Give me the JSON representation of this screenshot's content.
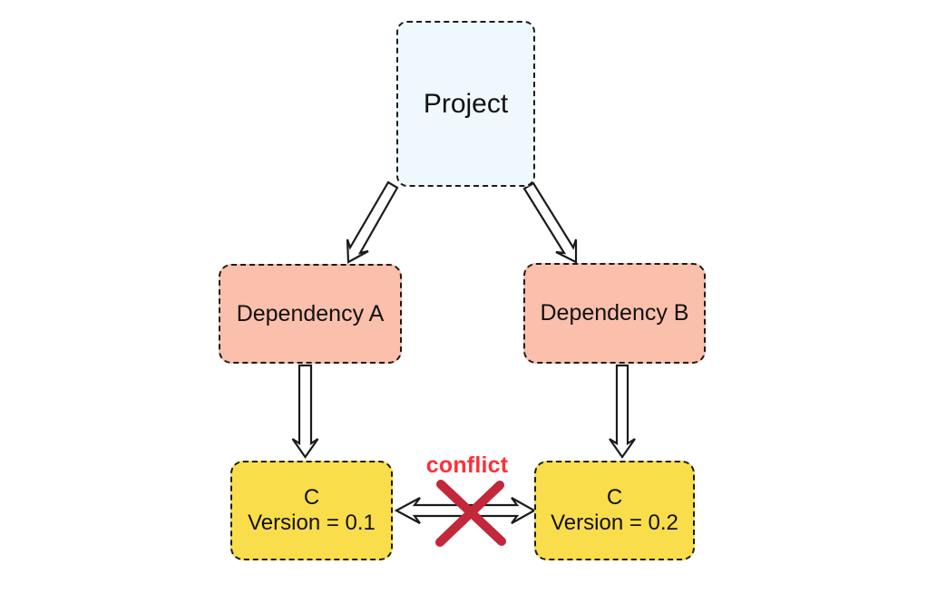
{
  "diagram": {
    "nodes": {
      "project": {
        "label": "Project"
      },
      "dependency_a": {
        "label": "Dependency A"
      },
      "dependency_b": {
        "label": "Dependency B"
      },
      "c_version_1": {
        "label": "C",
        "sublabel": "Version = 0.1"
      },
      "c_version_2": {
        "label": "C",
        "sublabel": "Version = 0.2"
      }
    },
    "edges": [
      {
        "from": "project",
        "to": "dependency_a"
      },
      {
        "from": "project",
        "to": "dependency_b"
      },
      {
        "from": "dependency_a",
        "to": "c_version_1"
      },
      {
        "from": "dependency_b",
        "to": "c_version_2"
      }
    ],
    "conflict": {
      "label": "conflict",
      "between": [
        "c_version_1",
        "c_version_2"
      ]
    },
    "colors": {
      "project_fill": "#eff8fd",
      "dependency_fill": "#fac0ac",
      "version_fill": "#fadd4b",
      "border": "#1b1b1b",
      "arrow_fill": "#ffffff",
      "arrow_stroke": "#1b1b1b",
      "conflict_text": "#fc3038",
      "x_mark": "#c2273a",
      "background": "#ffffff"
    }
  }
}
